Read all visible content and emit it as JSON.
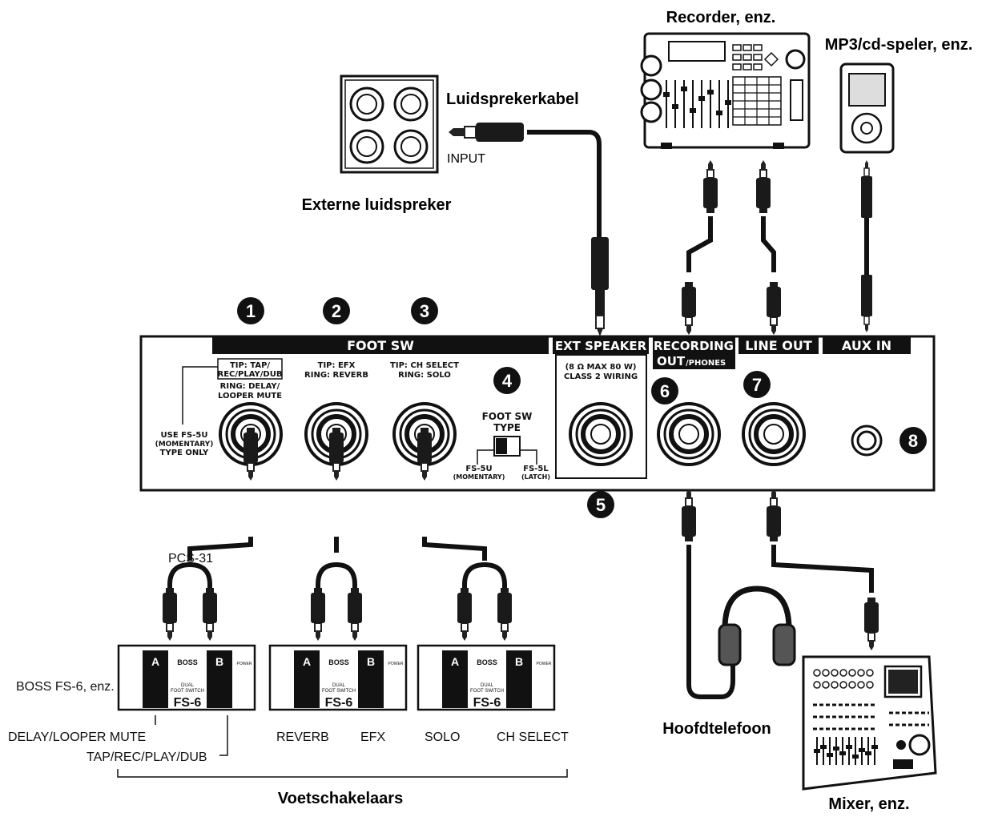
{
  "labels": {
    "recorder": "Recorder, enz.",
    "mp3_player": "MP3/cd-speler, enz.",
    "speaker_cable": "Luidsprekerkabel",
    "input": "INPUT",
    "external_speaker": "Externe luidspreker",
    "pcs31": "PCS-31",
    "boss_fs6": "BOSS FS-6, enz.",
    "delay_looper_mute": "DELAY/LOOPER MUTE",
    "tap_rec_play_dub": "TAP/REC/PLAY/DUB",
    "reverb": "REVERB",
    "efx": "EFX",
    "solo": "SOLO",
    "ch_select": "CH SELECT",
    "footswitches": "Voetschakelaars",
    "headphones": "Hoofdtelefoon",
    "mixer": "Mixer, enz."
  },
  "numbers": [
    "1",
    "2",
    "3",
    "4",
    "5",
    "6",
    "7",
    "8"
  ],
  "panel": {
    "foot_sw_header": "FOOT SW",
    "ext_speaker_header": "EXT SPEAKER",
    "recording_line1": "RECORDING",
    "recording_line2": "OUT",
    "recording_line2_small": "/PHONES",
    "line_out_header": "LINE OUT",
    "aux_in_header": "AUX IN",
    "jack1_boxed1": "TIP: TAP/",
    "jack1_boxed2": "REC/PLAY/DUB",
    "jack1_line3": "RING: DELAY/",
    "jack1_line4": "LOOPER MUTE",
    "jack2_line1": "TIP: EFX",
    "jack2_line2": "RING: REVERB",
    "jack3_line1": "TIP: CH SELECT",
    "jack3_line2": "RING: SOLO",
    "use_fs5u_1": "USE FS-5U",
    "use_fs5u_2": "(MOMENTARY)",
    "use_fs5u_3": "TYPE ONLY",
    "switch_title1": "FOOT SW",
    "switch_title2": "TYPE",
    "fs5u": "FS-5U",
    "momentary": "(MOMENTARY)",
    "fs5l": "FS-5L",
    "latch": "(LATCH)",
    "ext_spec1": "(8 Ω MAX  80 W)",
    "ext_spec2": "CLASS 2 WIRING"
  },
  "pedal": {
    "a": "A",
    "b": "B",
    "brand": "BOSS",
    "dual": "DUAL",
    "foot_switch": "FOOT SWITCH",
    "model": "FS-6",
    "power": "POWER"
  }
}
